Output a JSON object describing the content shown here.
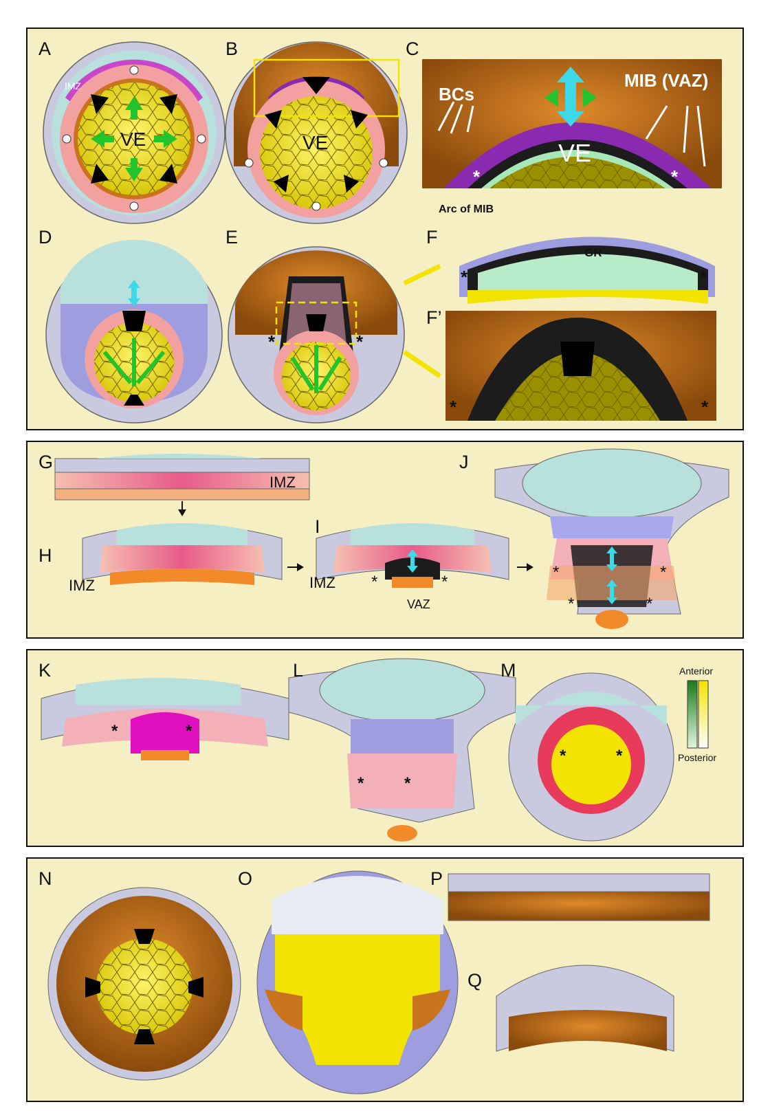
{
  "panel_letters": [
    "A",
    "B",
    "C",
    "D",
    "E",
    "F",
    "F’",
    "G",
    "H",
    "I",
    "J",
    "K",
    "L",
    "M",
    "N",
    "O",
    "P",
    "Q"
  ],
  "labels": {
    "ve": "VE",
    "imz": "IMZ",
    "bcs": "BCs",
    "mib_vaz": "MIB (VAZ)",
    "arc_of_mib": "Arc of MIB",
    "gr": "GR",
    "vaz": "VAZ",
    "asterisk": "*",
    "anterior": "Anterior",
    "posterior": "Posterior"
  },
  "colors": {
    "background": "#f6efc4",
    "vegetal": "#f2e400",
    "orange": "#c9741c",
    "pink": "#f2a0a0",
    "magenta": "#c846c8",
    "lilac": "#b8b8e6",
    "aqua": "#b8e0dc",
    "green_arrow": "#21c42c",
    "cyan_arrow": "#3dd9e6"
  }
}
